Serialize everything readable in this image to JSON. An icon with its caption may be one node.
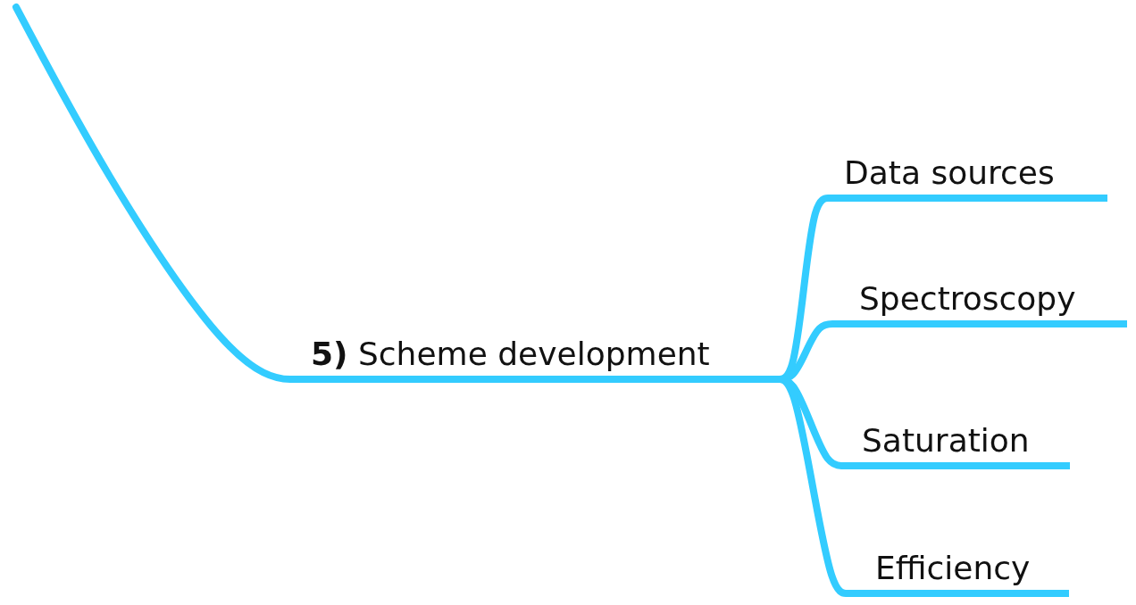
{
  "diagram": {
    "nodes": [
      {
        "text": [
          "**5)** Scheme development"
        ]
      },
      {
        "text": [
          "Data sources"
        ]
      },
      {
        "text": [
          "Spectroscopy"
        ]
      },
      {
        "text": [
          "Saturation"
        ]
      },
      {
        "text": [
          "Efficiency"
        ]
      }
    ],
    "edges": [
      {
        "from": null,
        "to": 0,
        "arrow": "none"
      },
      {
        "from": 0,
        "to": 1,
        "arrow": "none"
      },
      {
        "from": 0,
        "to": 2,
        "arrow": "none"
      },
      {
        "from": 0,
        "to": 3,
        "arrow": "none"
      },
      {
        "from": 0,
        "to": 4,
        "arrow": "none"
      }
    ]
  }
}
